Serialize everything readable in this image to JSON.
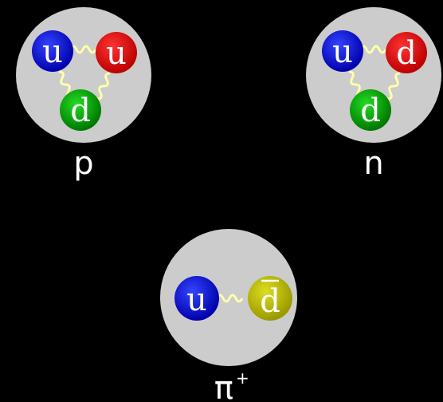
{
  "colors": {
    "background": "#000000",
    "hadron": "#cccccc",
    "up": "#0000cc",
    "down": "#009900",
    "red_quark": "#dd0000",
    "antidown": "#bbbb00",
    "gluon": "#ffffaa"
  },
  "proton": {
    "label": "p",
    "quarks": [
      "u",
      "u",
      "d"
    ]
  },
  "neutron": {
    "label": "n",
    "quarks": [
      "u",
      "d",
      "d"
    ]
  },
  "pion": {
    "label": "π",
    "charge": "+",
    "quarks": [
      "u",
      "d"
    ]
  }
}
